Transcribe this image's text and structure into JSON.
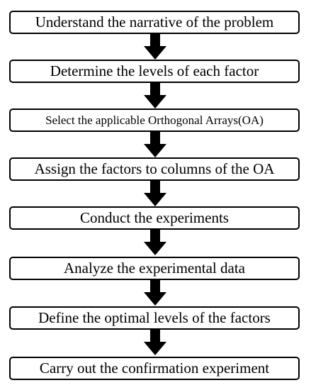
{
  "flowchart": {
    "steps": [
      "Understand the narrative of the problem",
      "Determine the levels of each factor",
      "Select the applicable Orthogonal Arrays(OA)",
      "Assign the factors to columns of the OA",
      "Conduct the experiments",
      "Analyze the experimental data",
      "Define the optimal levels of the factors",
      "Carry out the confirmation experiment"
    ],
    "colors": {
      "box_border": "#000000",
      "arrow_fill": "#000000",
      "background": "#ffffff",
      "text": "#000000"
    },
    "icons": [
      "down-arrow-icon"
    ]
  }
}
